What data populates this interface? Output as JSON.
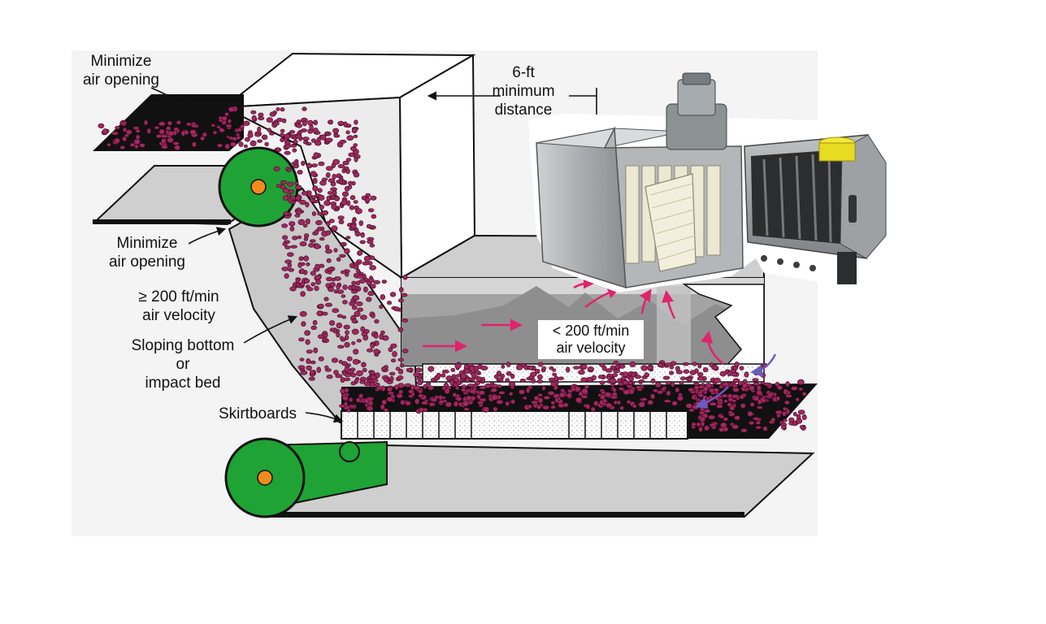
{
  "labels": {
    "min_air_top_1": "Minimize",
    "min_air_top_2": "air opening",
    "min_air_mid_1": "Minimize",
    "min_air_mid_2": "air opening",
    "vel_high_1": "≥ 200 ft/min",
    "vel_high_2": "air velocity",
    "sloping_1": "Sloping bottom",
    "sloping_2": "or",
    "sloping_3": "impact bed",
    "skirtboards": "Skirtboards",
    "distance_1": "6-ft",
    "distance_2": "minimum",
    "distance_3": "distance",
    "vel_low_1": "< 200 ft/min",
    "vel_low_2": "air velocity"
  },
  "colors": {
    "material": "#a0285f",
    "pulley": "#1fa334",
    "hub": "#f08a1c",
    "arrow_pink": "#e0236e",
    "arrow_purple": "#6a5bbf",
    "belt": "#111111",
    "chute_gray": "#c7c7c7",
    "dark_gray": "#8f8f8f"
  },
  "icons": {
    "dust_collector": "dust-collector-unit-icon",
    "pulley": "pulley-icon",
    "airflow_arrow": "airflow-arrow-icon"
  }
}
